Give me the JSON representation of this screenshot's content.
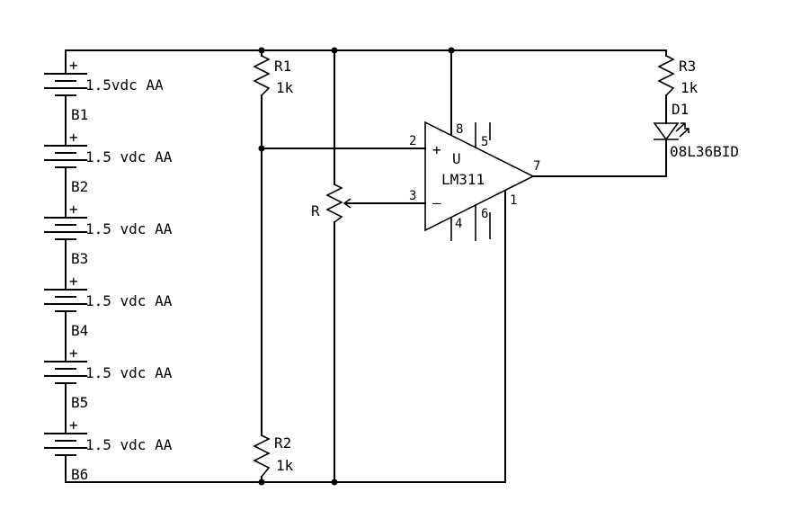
{
  "batteries": [
    {
      "ref": "B1",
      "value": "1.5vdc AA",
      "polarity": "+"
    },
    {
      "ref": "B2",
      "value": "1.5 vdc AA",
      "polarity": "+"
    },
    {
      "ref": "B3",
      "value": "1.5 vdc AA",
      "polarity": "+"
    },
    {
      "ref": "B4",
      "value": "1.5 vdc AA",
      "polarity": "+"
    },
    {
      "ref": "B5",
      "value": "1.5 vdc AA",
      "polarity": "+"
    },
    {
      "ref": "B6",
      "value": "1.5 vdc AA",
      "polarity": "+"
    }
  ],
  "resistors": {
    "r1": {
      "ref": "R1",
      "value": "1k"
    },
    "r2": {
      "ref": "R2",
      "value": "1k"
    },
    "r3": {
      "ref": "R3",
      "value": "1k"
    }
  },
  "potentiometer": {
    "ref": "R"
  },
  "led": {
    "ref": "D1",
    "part": "08L36BID"
  },
  "opamp": {
    "ref": "U",
    "part": "LM311",
    "plus_sign": "+",
    "minus_sign": "–",
    "pins": {
      "p1": "1",
      "p2": "2",
      "p3": "3",
      "p4": "4",
      "p5": "5",
      "p6": "6",
      "p7": "7",
      "p8": "8"
    }
  }
}
